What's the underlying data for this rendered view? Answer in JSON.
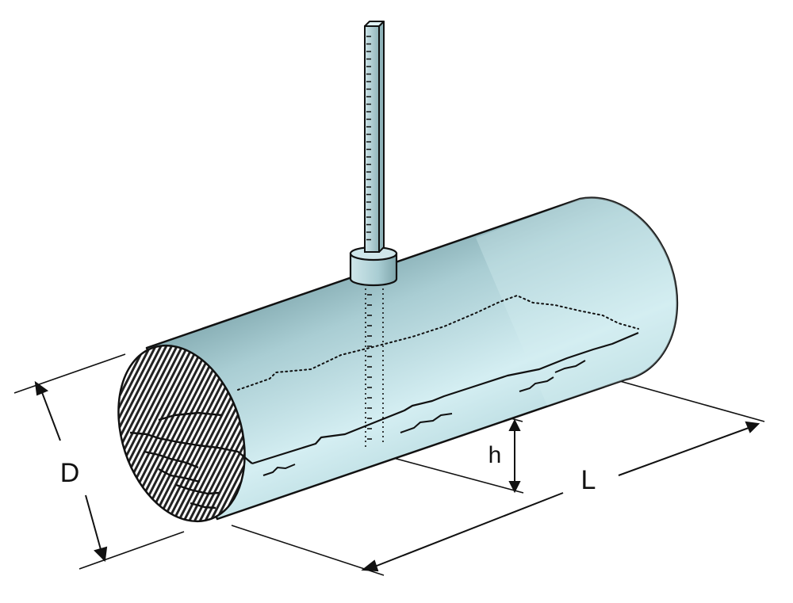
{
  "labels": {
    "diameter": "D",
    "length": "L",
    "liquid_height": "h"
  },
  "colors": {
    "tank_light": "#d4eef2",
    "tank_mid": "#a9cdd3",
    "tank_dark": "#6f989f",
    "outline": "#111111",
    "hatch": "#222222",
    "gauge_light": "#cfe6ea",
    "gauge_dark": "#8fb3b9"
  }
}
